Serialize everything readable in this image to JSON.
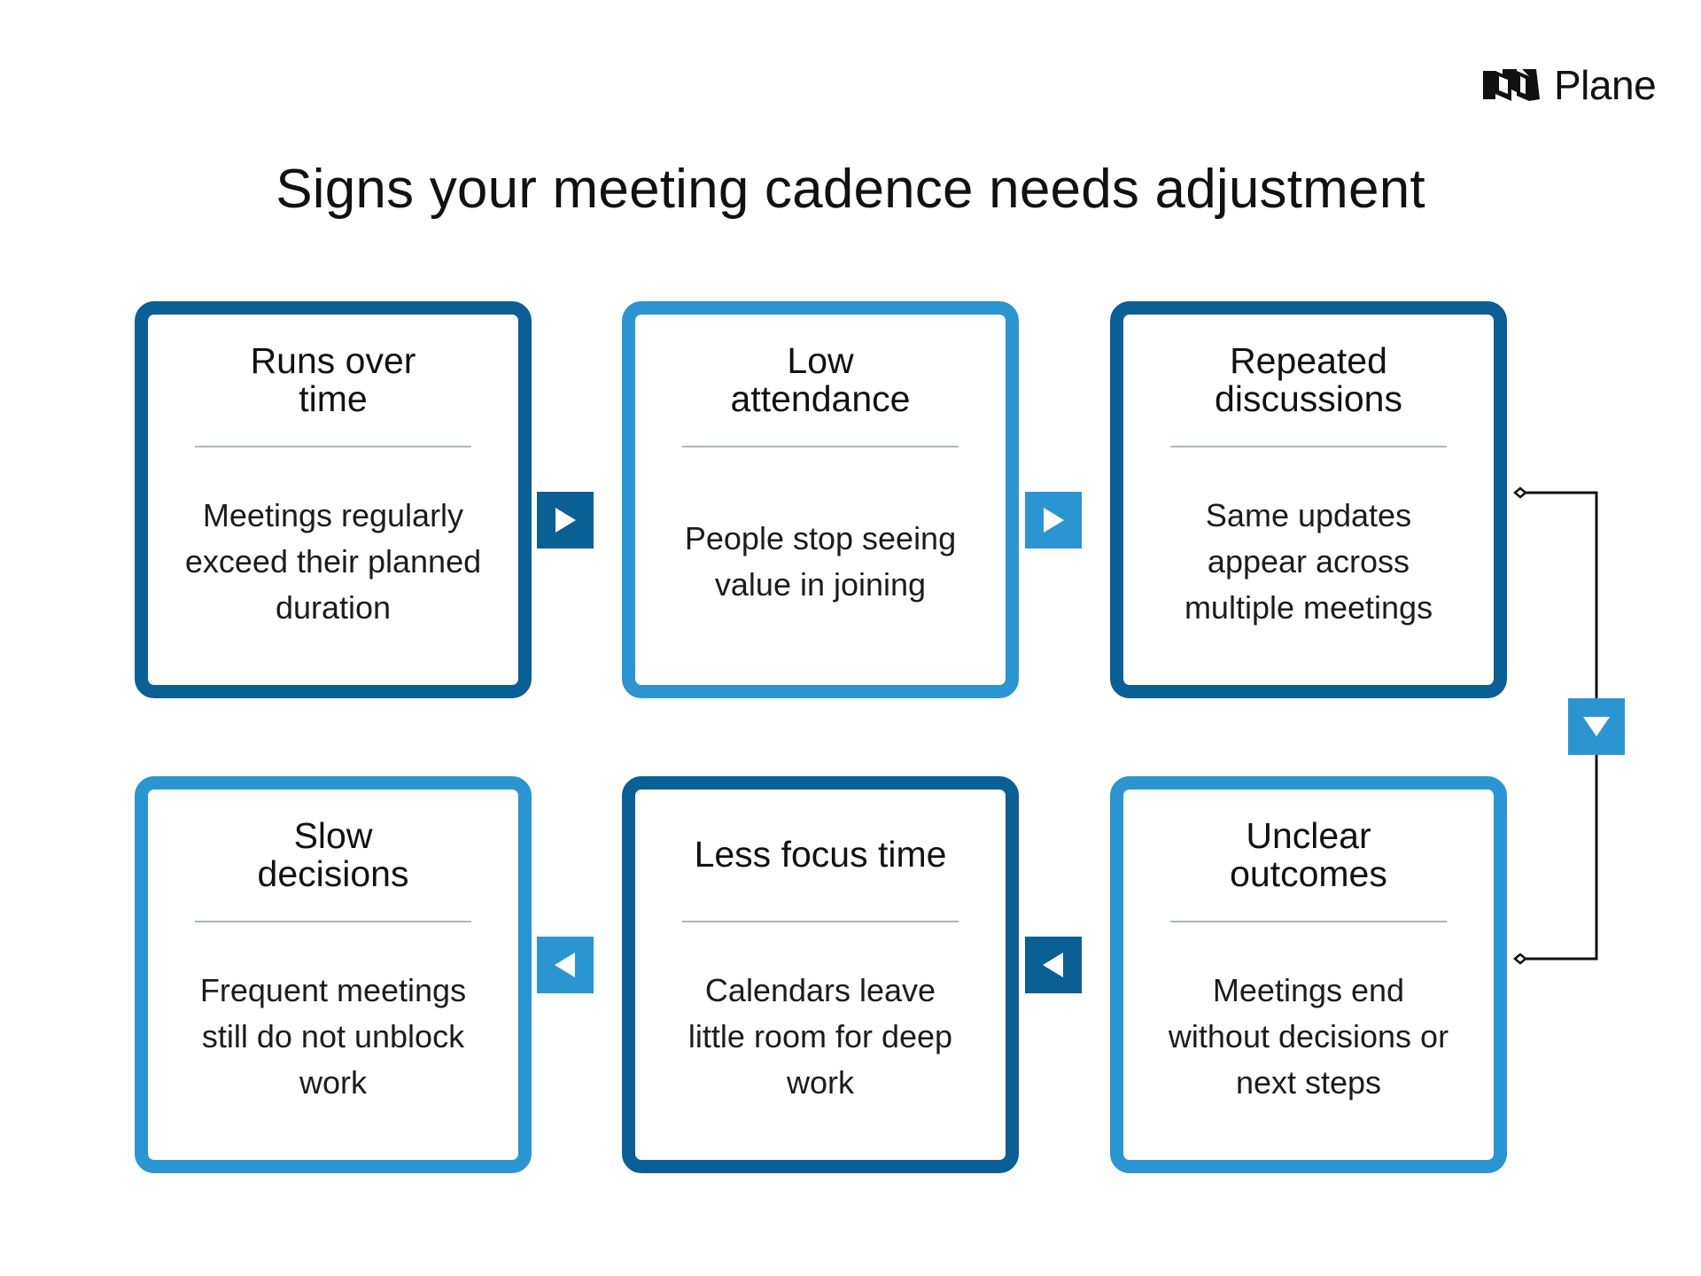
{
  "brand": {
    "logo_text": "Plane",
    "logo_icon": "plane-logo-mark"
  },
  "title": "Signs your meeting cadence needs adjustment",
  "colors": {
    "dark_blue": "#0a5f95",
    "light_blue": "#2b95d1",
    "divider": "#aeb6bc",
    "connector_line": "#111111"
  },
  "cards": [
    {
      "title": "Runs over\ntime",
      "description": "Meetings regularly\nexceed their planned\nduration",
      "tone": "dark"
    },
    {
      "title": "Low\nattendance",
      "description": "People stop seeing\nvalue in joining",
      "tone": "light"
    },
    {
      "title": "Repeated\ndiscussions",
      "description": "Same updates\nappear across\nmultiple meetings",
      "tone": "dark"
    },
    {
      "title": "Unclear\noutcomes",
      "description": "Meetings end\nwithout decisions or\nnext steps",
      "tone": "light"
    },
    {
      "title": "Less focus time",
      "description": "Calendars leave\nlittle room for deep\nwork",
      "tone": "dark"
    },
    {
      "title": "Slow\ndecisions",
      "description": "Frequent meetings\nstill do not unblock\nwork",
      "tone": "light"
    }
  ],
  "flow_arrows": [
    {
      "from": "Runs over time",
      "to": "Low attendance",
      "direction": "right",
      "icon": "play-right-icon",
      "tone": "dark"
    },
    {
      "from": "Low attendance",
      "to": "Repeated discussions",
      "direction": "right",
      "icon": "play-right-icon",
      "tone": "light"
    },
    {
      "from": "Repeated discussions",
      "to": "Unclear outcomes",
      "direction": "down",
      "icon": "play-down-icon",
      "tone": "light"
    },
    {
      "from": "Unclear outcomes",
      "to": "Less focus time",
      "direction": "left",
      "icon": "play-left-icon",
      "tone": "dark"
    },
    {
      "from": "Less focus time",
      "to": "Slow decisions",
      "direction": "left",
      "icon": "play-left-icon",
      "tone": "light"
    }
  ]
}
